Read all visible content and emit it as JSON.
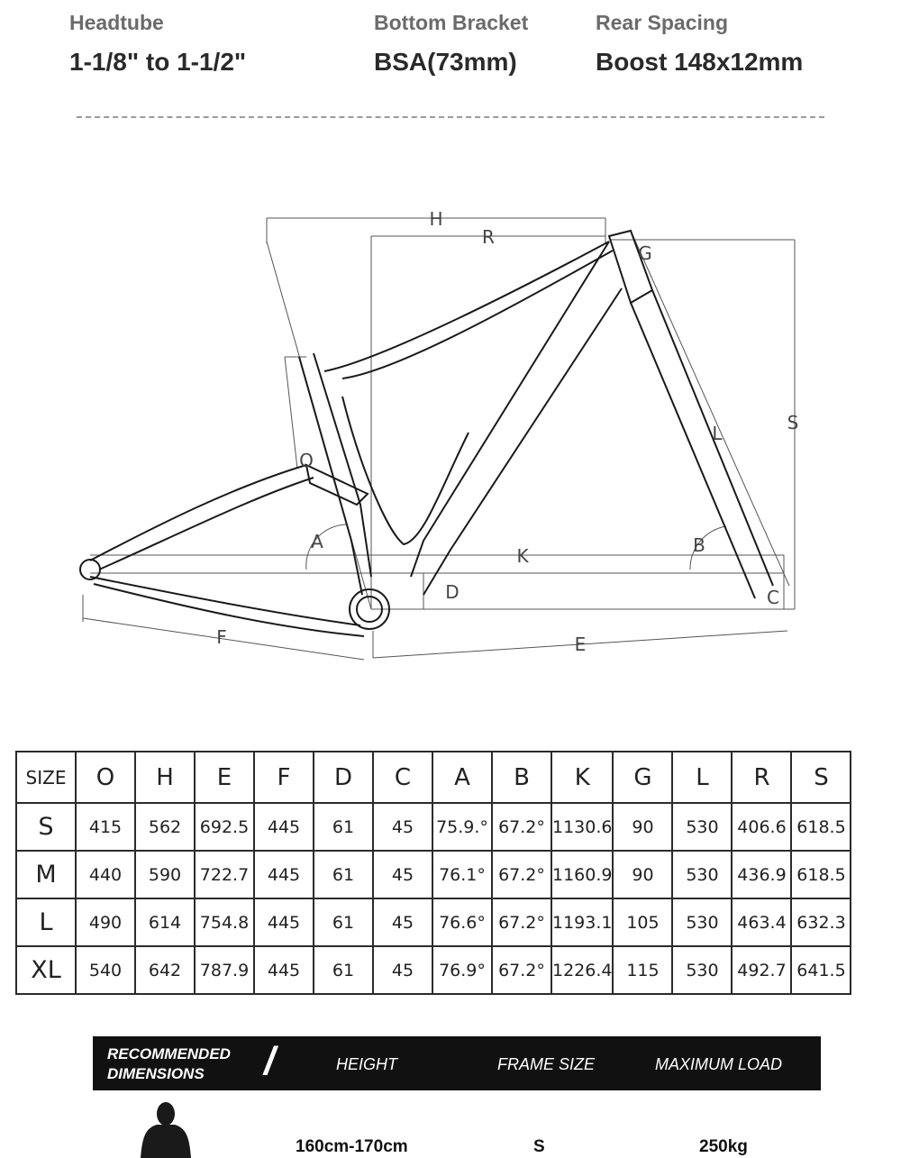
{
  "specs": [
    {
      "label": "Headtube",
      "value": "1-1/8\" to 1-1/2\""
    },
    {
      "label": "Bottom Bracket",
      "value": "BSA(73mm)"
    },
    {
      "label": "Rear Spacing",
      "value": "Boost 148x12mm"
    }
  ],
  "diagram": {
    "labels": {
      "H": "H",
      "R": "R",
      "G": "G",
      "S": "S",
      "L": "L",
      "O": "O",
      "A": "A",
      "B": "B",
      "K": "K",
      "D": "D",
      "C": "C",
      "F": "F",
      "E": "E"
    }
  },
  "table": {
    "headers": [
      "SIZE",
      "O",
      "H",
      "E",
      "F",
      "D",
      "C",
      "A",
      "B",
      "K",
      "G",
      "L",
      "R",
      "S"
    ],
    "rows": [
      [
        "S",
        "415",
        "562",
        "692.5",
        "445",
        "61",
        "45",
        "75.9.°",
        "67.2°",
        "1130.6",
        "90",
        "530",
        "406.6",
        "618.5"
      ],
      [
        "M",
        "440",
        "590",
        "722.7",
        "445",
        "61",
        "45",
        "76.1°",
        "67.2°",
        "1160.9",
        "90",
        "530",
        "436.9",
        "618.5"
      ],
      [
        "L",
        "490",
        "614",
        "754.8",
        "445",
        "61",
        "45",
        "76.6°",
        "67.2°",
        "1193.1",
        "105",
        "530",
        "463.4",
        "632.3"
      ],
      [
        "XL",
        "540",
        "642",
        "787.9",
        "445",
        "61",
        "45",
        "76.9°",
        "67.2°",
        "1226.4",
        "115",
        "530",
        "492.7",
        "641.5"
      ]
    ]
  },
  "recommended": {
    "title_line1": "RECOMMENDED",
    "title_line2": "DIMENSIONS",
    "slash": "/",
    "col_height": "HEIGHT",
    "col_frame_size": "FRAME SIZE",
    "col_max_load": "MAXIMUM LOAD",
    "row": {
      "height": "160cm-170cm",
      "frame_size": "S",
      "max_load": "250kg"
    }
  }
}
